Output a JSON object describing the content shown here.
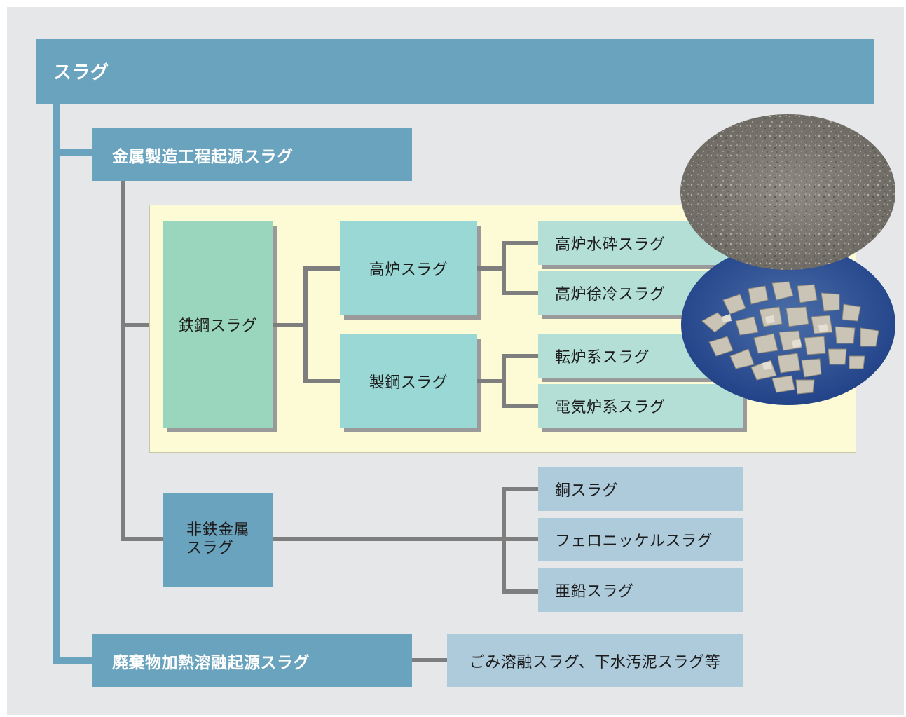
{
  "diagram": {
    "root": "スラグ",
    "metal_origin": "金属製造工程起源スラグ",
    "steel_slag": "鉄鋼スラグ",
    "blast_furnace": "高炉スラグ",
    "steelmaking": "製鋼スラグ",
    "bf_granulated": "高炉水砕スラグ",
    "bf_air_cooled": "高炉徐冷スラグ",
    "converter": "転炉系スラグ",
    "electric_furnace": "電気炉系スラグ",
    "nonferrous_line1": "非鉄金属",
    "nonferrous_line2": "スラグ",
    "copper": "銅スラグ",
    "ferronickel": "フェロニッケルスラグ",
    "zinc": "亜鉛スラグ",
    "waste_origin": "廃棄物加熱溶融起源スラグ",
    "waste_examples": "ごみ溶融スラグ、下水汚泥スラグ等"
  },
  "colors": {
    "header_blue": "#6aa3bd",
    "steel_green": "#99d6bd",
    "mid_teal": "#99d8d4",
    "leaf_teal": "#b3dfd6",
    "leaf_blue": "#aecbdc",
    "panel_yellow": "#fdfbd6",
    "connector_gray": "#7e7e7e",
    "background": "#e5e7e9"
  },
  "images": [
    "granulated-slag-photo",
    "air-cooled-slag-photo"
  ]
}
